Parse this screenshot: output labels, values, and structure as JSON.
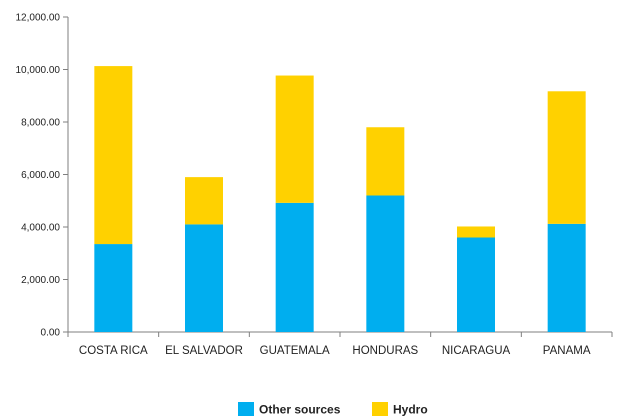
{
  "chart_data": {
    "type": "bar",
    "stacked": true,
    "title": "",
    "xlabel": "",
    "ylabel": "",
    "categories": [
      "COSTA RICA",
      "EL SALVADOR",
      "GUATEMALA",
      "HONDURAS",
      "NICARAGUA",
      "PANAMA"
    ],
    "series": [
      {
        "name": "Other sources",
        "color": "#00AEEF",
        "values": [
          3350,
          4100,
          4920,
          5200,
          3600,
          4120
        ]
      },
      {
        "name": "Hydro",
        "color": "#FFD100",
        "values": [
          6780,
          1800,
          4850,
          2600,
          420,
          5050
        ]
      }
    ],
    "ylim": [
      0,
      12000
    ],
    "yticks": [
      0,
      2000,
      4000,
      6000,
      8000,
      10000,
      12000
    ],
    "ytick_labels": [
      "0.00",
      "2,000.00",
      "4,000.00",
      "6,000.00",
      "8,000.00",
      "10,000.00",
      "12,000.00"
    ],
    "grid": false,
    "legend_position": "bottom-center"
  }
}
